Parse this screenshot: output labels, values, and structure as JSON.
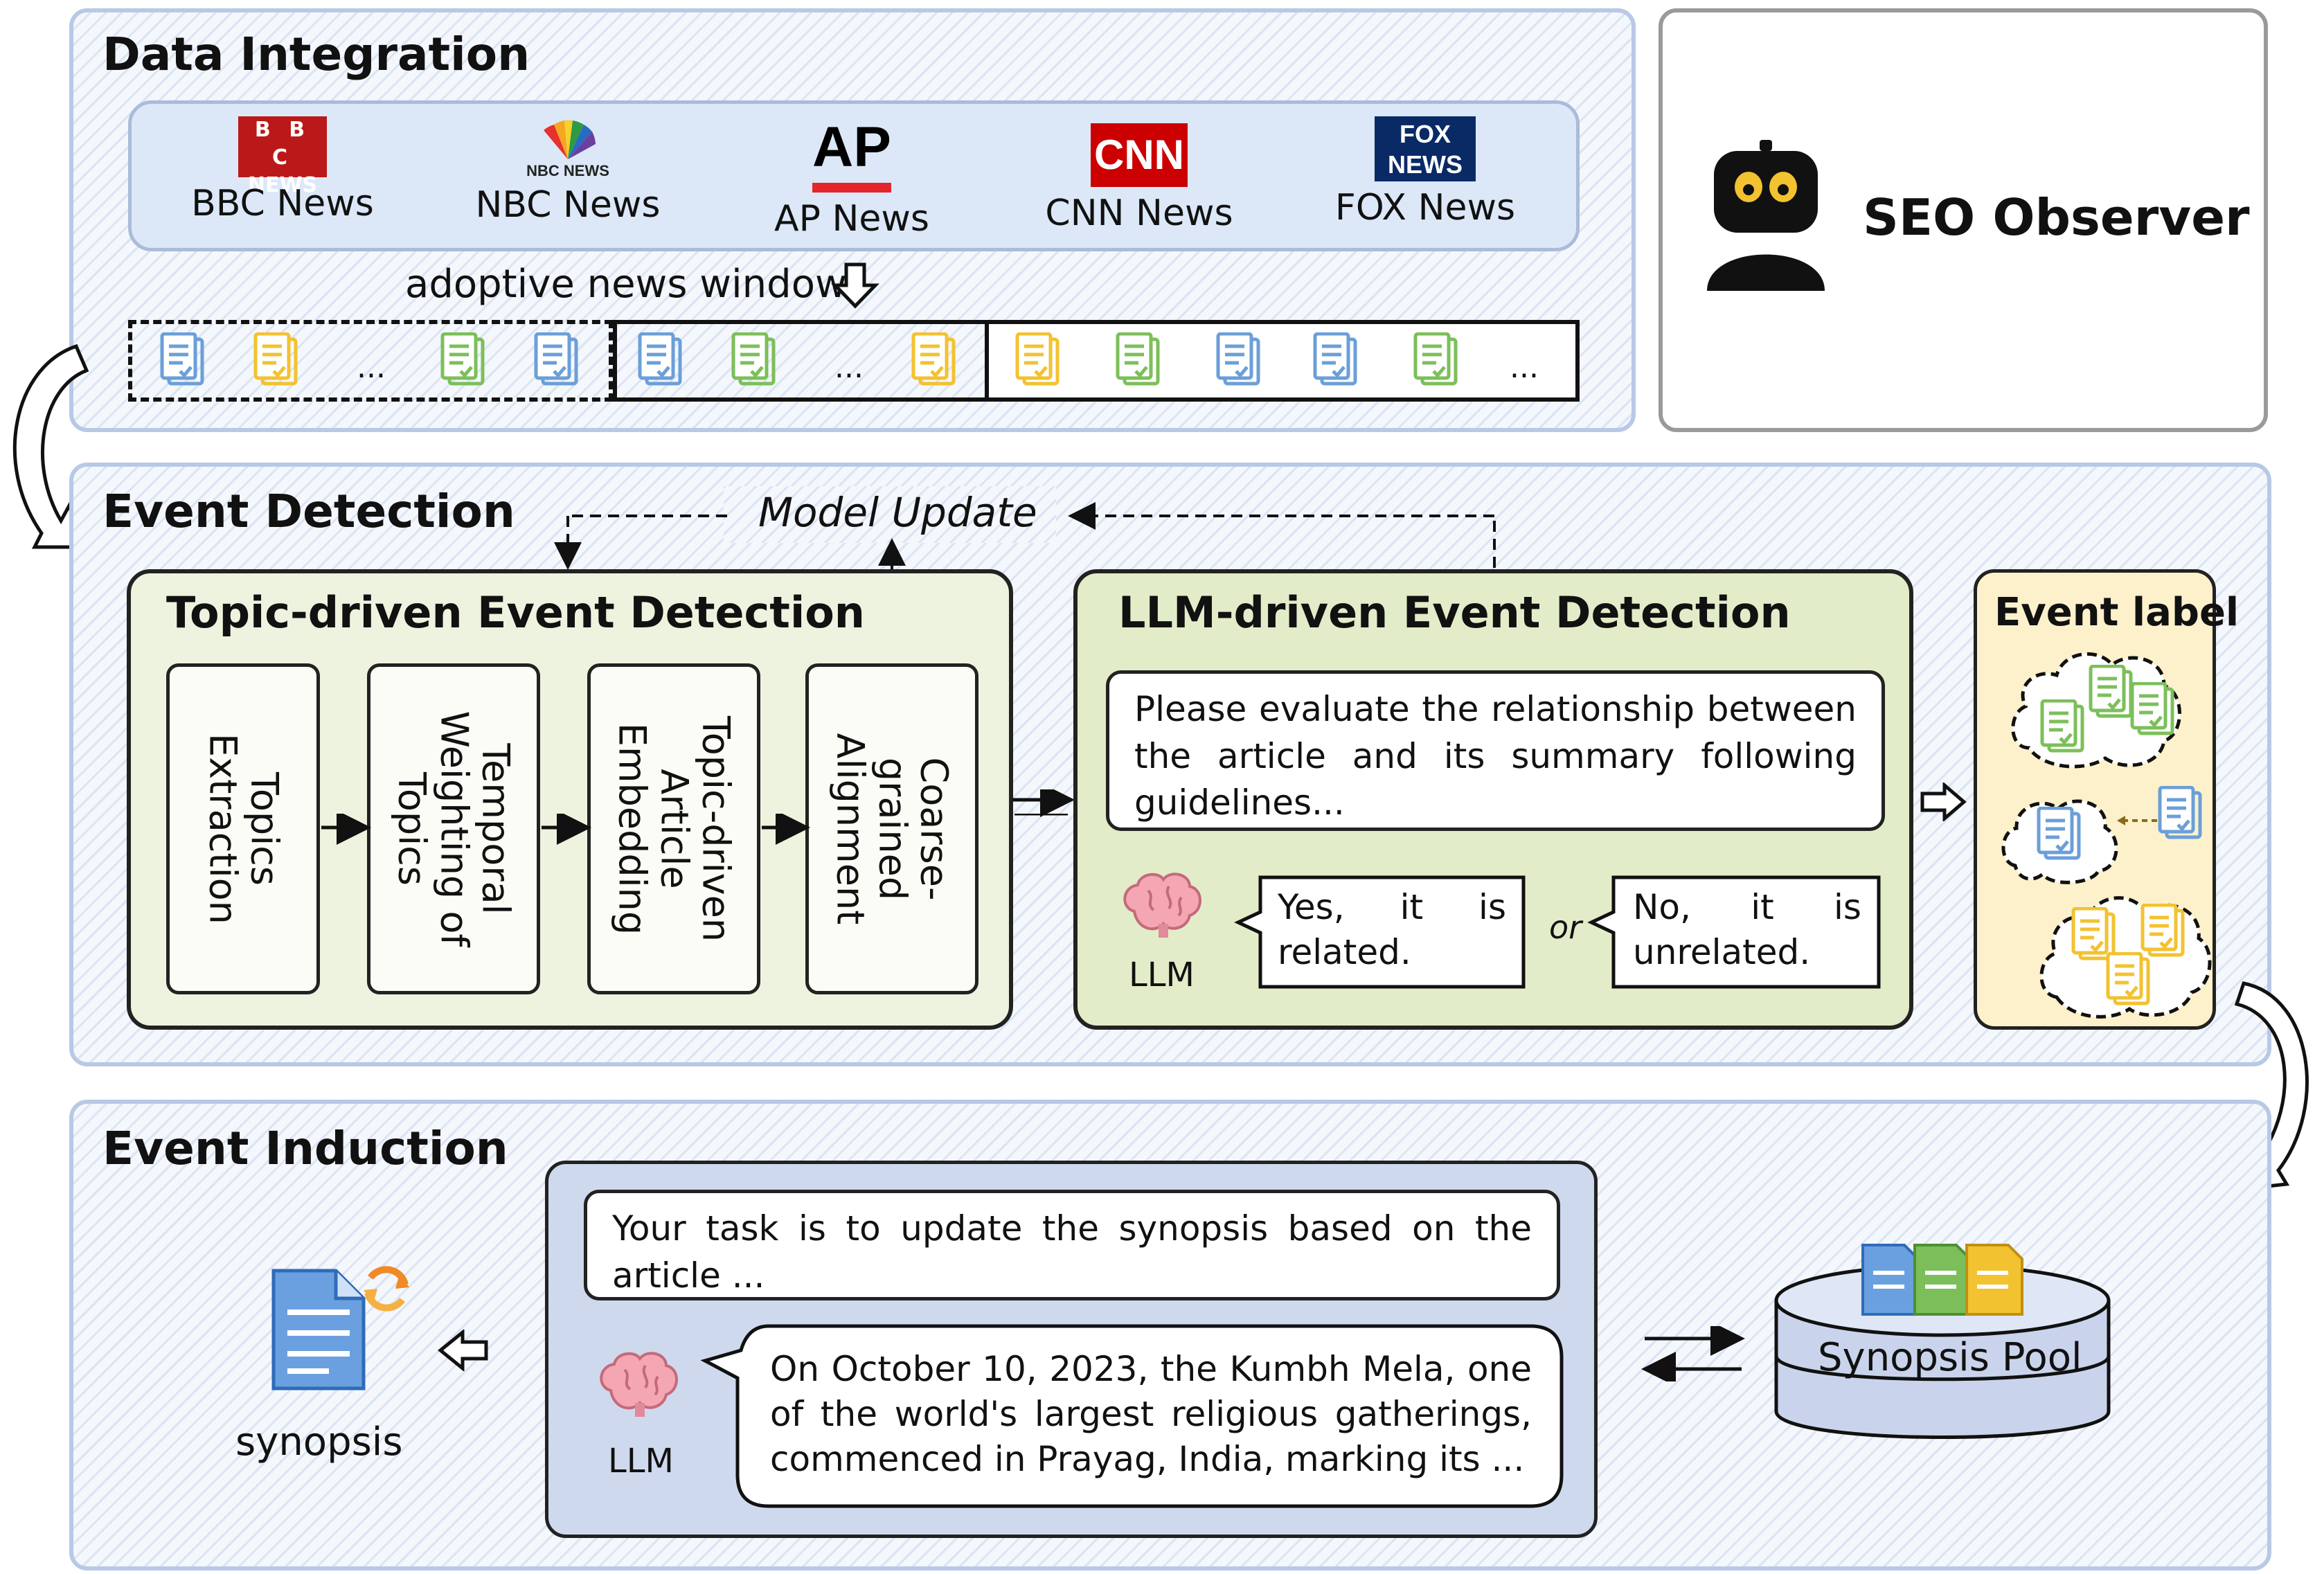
{
  "data_integration": {
    "title": "Data Integration",
    "outlets": [
      {
        "logo": "BBC\nNEWS",
        "label": "BBC News"
      },
      {
        "logo": "NBC NEWS",
        "label": "NBC News"
      },
      {
        "logo": "AP",
        "label": "AP News"
      },
      {
        "logo": "CNN",
        "label": "CNN News"
      },
      {
        "logo": "FOX\nNEWS",
        "label": "FOX News"
      }
    ],
    "window_label": "adoptive news window",
    "ellipsis": "..."
  },
  "observer": {
    "title": "SEO Observer"
  },
  "event_detection": {
    "title": "Event Detection",
    "model_update": "Model Update",
    "topic_title": "Topic-driven Event Detection",
    "steps": [
      "Topics\nExtraction",
      "Temporal\nWeighting of\nTopics",
      "Topic-driven\nArticle\nEmbedding",
      "Coarse-\ngrained\nAlignment"
    ],
    "llm_title": "LLM-driven Event Detection",
    "prompt": "Please evaluate the relationship between the article and its summary following guidelines...",
    "llm_label": "LLM",
    "answer_yes": "Yes, it is related.",
    "or": "or",
    "answer_no": "No, it is unrelated.",
    "event_label": "Event label"
  },
  "event_induction": {
    "title": "Event Induction",
    "prompt": "Your task is to update the synopsis based on the article ...",
    "llm_label": "LLM",
    "response": "On October 10, 2023, the Kumbh Mela, one of the world's largest religious gatherings, commenced in Prayag, India, marking its ...",
    "synopsis_label": "synopsis",
    "pool_label": "Synopsis Pool"
  },
  "colors": {
    "panel_border": "#b8c9e6",
    "news_bar": "#dce8f8",
    "topic_box": "#eef3df",
    "event_label_box": "#fdf1cc",
    "induction_box": "#cfd9ee",
    "doc_blue": "#6b9fd8",
    "doc_yellow": "#f2c230",
    "doc_green": "#7cbf5a"
  }
}
